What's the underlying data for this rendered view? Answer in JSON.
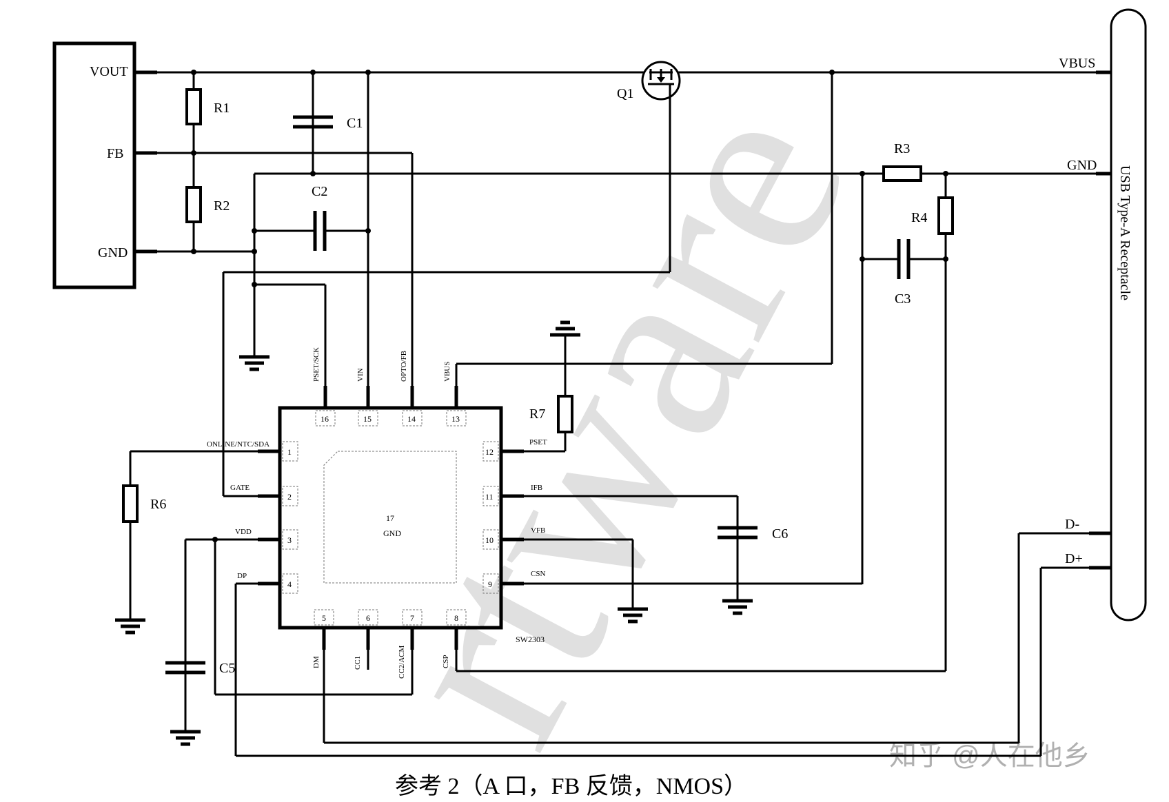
{
  "module": {
    "pins": [
      "VOUT",
      "FB",
      "GND"
    ]
  },
  "components": {
    "r1": "R1",
    "r2": "R2",
    "r3": "R3",
    "r4": "R4",
    "r6": "R6",
    "r7": "R7",
    "c1": "C1",
    "c2": "C2",
    "c3": "C3",
    "c5": "C5",
    "c6": "C6",
    "q1": "Q1"
  },
  "connector": {
    "title": "USB Type-A Receptacle",
    "pins": [
      "VBUS",
      "GND",
      "D-",
      "D+"
    ]
  },
  "ic": {
    "part": "SW2303",
    "center_num": "17",
    "center_name": "GND",
    "left_pins": [
      {
        "num": "1",
        "name": "ONLINE/NTC/SDA"
      },
      {
        "num": "2",
        "name": "GATE"
      },
      {
        "num": "3",
        "name": "VDD"
      },
      {
        "num": "4",
        "name": "DP"
      }
    ],
    "right_pins": [
      {
        "num": "12",
        "name": "PSET"
      },
      {
        "num": "11",
        "name": "IFB"
      },
      {
        "num": "10",
        "name": "VFB"
      },
      {
        "num": "9",
        "name": "CSN"
      }
    ],
    "top_pins": [
      {
        "num": "16",
        "name": "PSET/SCK"
      },
      {
        "num": "15",
        "name": "VIN"
      },
      {
        "num": "14",
        "name": "OPTO/FB"
      },
      {
        "num": "13",
        "name": "VBUS"
      }
    ],
    "bottom_pins": [
      {
        "num": "5",
        "name": "DM"
      },
      {
        "num": "6",
        "name": "CC1"
      },
      {
        "num": "7",
        "name": "CC2/ACM"
      },
      {
        "num": "8",
        "name": "CSP"
      }
    ]
  },
  "caption": "参考 2（A 口，FB 反馈，NMOS）",
  "watermarks": {
    "large": "rtware",
    "small": "知乎 @人在他乡"
  }
}
